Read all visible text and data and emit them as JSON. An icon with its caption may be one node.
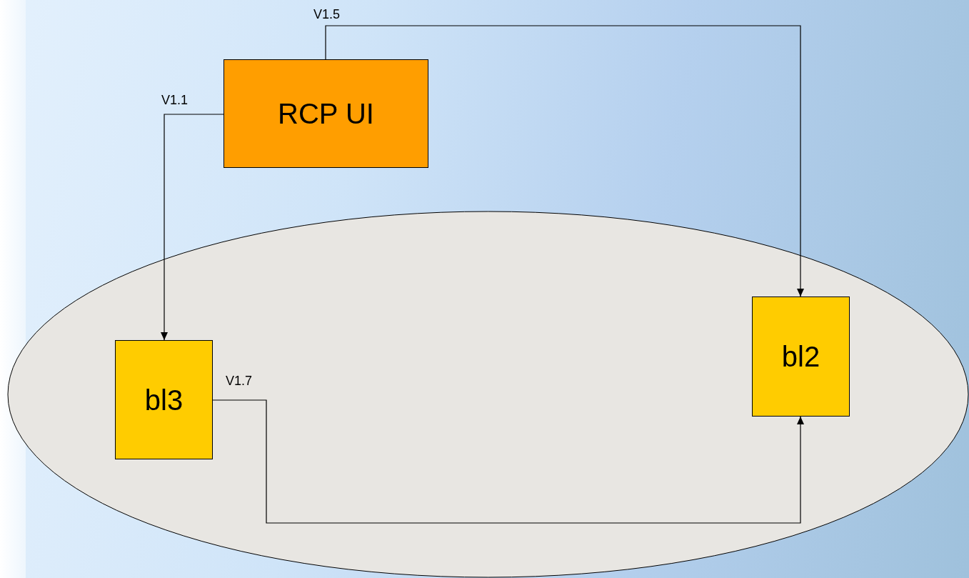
{
  "diagram": {
    "nodes": [
      {
        "text": [
          "RCP UI"
        ]
      },
      {
        "text": [],
        "shape": "ellipse"
      },
      {
        "text": [
          "bl3"
        ],
        "in": 1
      },
      {
        "text": [
          "bl2"
        ],
        "in": 1
      }
    ],
    "edges": [
      {
        "from": 0,
        "to": 2,
        "arrow": "to",
        "label": "V1.1"
      },
      {
        "from": 0,
        "to": 3,
        "arrow": "to",
        "label": "V1.5"
      },
      {
        "from": 2,
        "to": 3,
        "arrow": "to",
        "label": "V1.7"
      }
    ]
  }
}
